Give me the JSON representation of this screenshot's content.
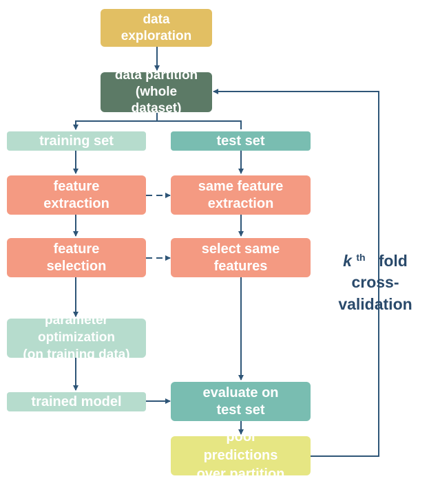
{
  "nodes": {
    "data_exploration": [
      "data",
      "exploration"
    ],
    "data_partition": [
      "data partition",
      "(whole",
      "dataset)"
    ],
    "training_set": "training set",
    "test_set": "test set",
    "feature_extraction": [
      "feature",
      "extraction"
    ],
    "same_feature_extraction": [
      "same feature",
      "extraction"
    ],
    "feature_selection": [
      "feature",
      "selection"
    ],
    "select_same_features": [
      "select same",
      "features"
    ],
    "optimization": [
      "parameter",
      "optimization",
      "(on training data)"
    ],
    "trained_model": "trained model",
    "evaluate": [
      "evaluate on",
      "test set"
    ],
    "pool": [
      "pool",
      "predictions",
      "over partition"
    ]
  },
  "cv_label": {
    "k": "k",
    "th": "th",
    "fold": "fold",
    "line2": "cross-",
    "line3": "validation"
  },
  "colors": {
    "yellow": "#e2bf63",
    "dark_green": "#5c7a66",
    "light_green": "#b6dccd",
    "teal": "#79bdb1",
    "salmon": "#f49a82",
    "lime": "#e6e683",
    "arrow": "#2e5577"
  }
}
